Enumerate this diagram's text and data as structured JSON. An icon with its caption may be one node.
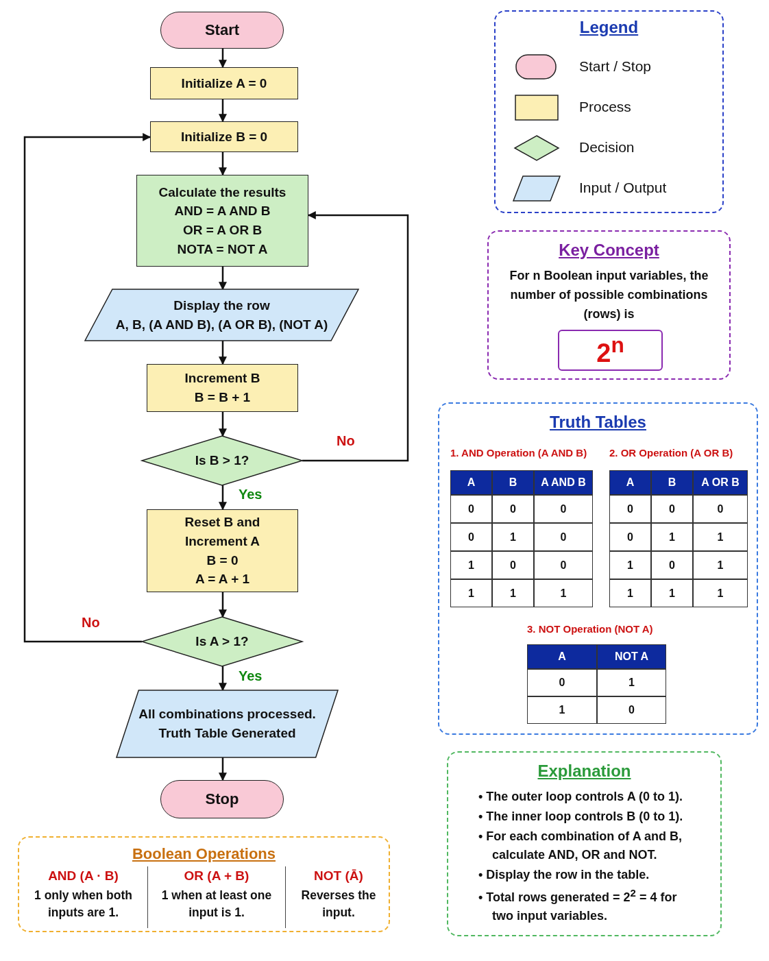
{
  "diagram": {
    "nodes": [
      {
        "text": [
          "Start"
        ]
      },
      {
        "text": [
          "Initialize A = 0"
        ]
      },
      {
        "text": [
          "Initialize B = 0"
        ]
      },
      {
        "text": [
          "Calculate the results",
          "AND = A AND B",
          "OR = A OR B",
          "NOTA = NOT A"
        ]
      },
      {
        "text": [
          "Display the row",
          "A, B, (A AND B), (A OR B), (NOT A)"
        ]
      },
      {
        "text": [
          "Increment B",
          "B = B + 1"
        ]
      },
      {
        "text": [
          "Is B > 1?"
        ]
      },
      {
        "text": [
          "Reset B and Increment A",
          "B = 0",
          "A = A + 1"
        ]
      },
      {
        "text": [
          "Is A > 1?"
        ]
      },
      {
        "text": [
          "All combinations processed.",
          "Truth Table Generated"
        ]
      },
      {
        "text": [
          "Stop"
        ]
      },
      {
        "text": [
          "Key Concept",
          "For n Boolean input variables, the number of possible combinations (rows) is"
        ]
      },
      {
        "text": [
          "2$^{n}$"
        ],
        "in": 11
      },
      {
        "text": [
          "Truth Tables"
        ]
      },
      {
        "text": [
          "Boolean Operations"
        ]
      },
      {
        "text": [
          "AND (A · B)",
          "1 only when both inputs are 1."
        ],
        "in": 14
      },
      {
        "text": [
          "OR (A + B)",
          "1 when at least one input is 1."
        ],
        "in": 14
      },
      {
        "text": [
          "NOT (Ā)",
          "Reverses the input."
        ],
        "in": 14
      },
      {
        "text": [
          "Explanation",
          "• The outer loop controls A (0 to 1).",
          "• The inner loop controls B (0 to 1).",
          "• For each combination of A and B, calculate AND, OR and NOT.",
          "• Display the row in the table.",
          "• Total rows generated = 2$^{2}$ = 4 for two input variables."
        ]
      }
    ],
    "edges": [
      {
        "from": 0,
        "to": 1,
        "arrow": "to"
      },
      {
        "from": 1,
        "to": 2,
        "arrow": "to"
      },
      {
        "from": 2,
        "to": 3,
        "arrow": "to"
      },
      {
        "from": 3,
        "to": 4,
        "arrow": "to"
      },
      {
        "from": 4,
        "to": 5,
        "arrow": "to"
      },
      {
        "from": 5,
        "to": 6,
        "arrow": "to"
      },
      {
        "from": 6,
        "to": 7,
        "arrow": "to",
        "label": "Yes"
      },
      {
        "from": 6,
        "to": 3,
        "arrow": "to",
        "label": "No"
      },
      {
        "from": 7,
        "to": 8,
        "arrow": "to"
      },
      {
        "from": 8,
        "to": 9,
        "arrow": "to",
        "label": "Yes"
      },
      {
        "from": 8,
        "to": 2,
        "arrow": "to",
        "label": "No"
      },
      {
        "from": 9,
        "to": 10,
        "arrow": "to"
      }
    ],
    "labels": [
      "Legend",
      "1. AND Operation (A AND B)",
      "A",
      "B",
      "A AND B",
      "0",
      "0",
      "0",
      "0",
      "1",
      "0",
      "1",
      "0",
      "0",
      "1",
      "1",
      "1",
      "2. OR Operation (A OR B)",
      "A",
      "B",
      "A OR B",
      "0",
      "0",
      "0",
      "0",
      "1",
      "1",
      "1",
      "0",
      "1",
      "1",
      "1",
      "1",
      "3. NOT Operation (NOT A)",
      "A",
      "NOT A",
      "0",
      "1",
      "1",
      "0"
    ],
    "legend": [
      {
        "text": "Start / Stop",
        "color": "#f9c9d6"
      },
      {
        "text": "Process",
        "color": "#fcefb4"
      },
      {
        "text": "Decision",
        "color": "#cdeec4"
      },
      {
        "text": "Input / Output",
        "color": "#d1e7f9"
      }
    ]
  }
}
